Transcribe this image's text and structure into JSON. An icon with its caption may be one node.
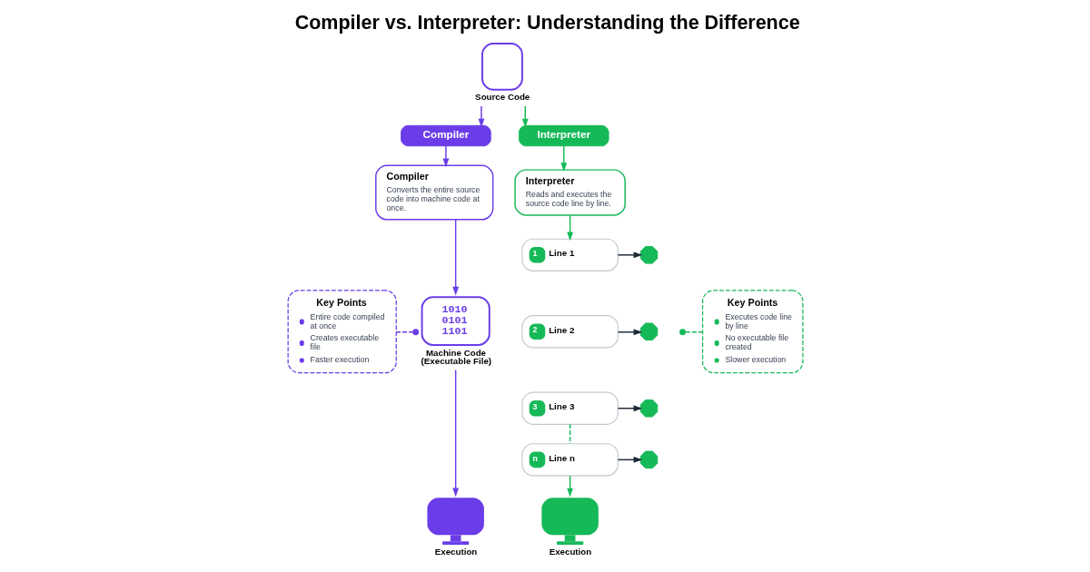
{
  "diagram": {
    "title": "Compiler vs. Interpreter: Understanding the Difference",
    "nodes": [
      {
        "text": [
          "Source Code"
        ]
      },
      {
        "text": [
          "Compiler"
        ]
      },
      {
        "text": [
          "Interpreter"
        ]
      },
      {
        "text": [
          "Compiler",
          "Converts the entire source code into machine code at once."
        ]
      },
      {
        "text": [
          "Interpreter",
          "Reads and executes the source code line by line."
        ]
      },
      {
        "text": [
          "Key Points",
          "Entire code compiled at once",
          "Creates executable file",
          "Faster execution"
        ]
      },
      {
        "text": [
          "1010 0101 1101",
          "Machine Code (Executable File)"
        ]
      },
      {
        "text": [
          "1",
          "Line 1"
        ]
      },
      {
        "text": [],
        "shape": "gear"
      },
      {
        "text": [
          "Key Points",
          "Executes code line by line",
          "No executable file created",
          "Slower execution"
        ]
      },
      {
        "text": [
          "2",
          "Line 2"
        ]
      },
      {
        "text": [],
        "shape": "gear"
      },
      {
        "text": [
          "3",
          "Line 3"
        ]
      },
      {
        "text": [],
        "shape": "gear"
      },
      {
        "text": [
          "n",
          "Line n"
        ]
      },
      {
        "text": [],
        "shape": "gear"
      },
      {
        "text": [
          "Execution"
        ]
      },
      {
        "text": [
          "Execution"
        ]
      }
    ],
    "edges": [
      {
        "from": 0,
        "to": 1,
        "arrow": "to",
        "color": "#6a3de8"
      },
      {
        "from": 0,
        "to": 2,
        "arrow": "to",
        "color": "#16b957"
      },
      {
        "from": 1,
        "to": 3,
        "arrow": "to",
        "color": "#6a3de8"
      },
      {
        "from": 2,
        "to": 4,
        "arrow": "to",
        "color": "#16b957"
      },
      {
        "from": 3,
        "to": 6,
        "arrow": "to",
        "color": "#6a3de8"
      },
      {
        "from": 4,
        "to": 7,
        "arrow": "to",
        "color": "#16b957"
      },
      {
        "from": 5,
        "to": 6,
        "arrow": "other",
        "style": "dashed",
        "color": "#6a3de8"
      },
      {
        "from": 7,
        "to": 8,
        "arrow": "to",
        "color": "#1f2937"
      },
      {
        "from": 10,
        "to": 11,
        "arrow": "to",
        "color": "#1f2937"
      },
      {
        "from": 12,
        "to": 13,
        "arrow": "to",
        "color": "#1f2937"
      },
      {
        "from": 12,
        "to": 14,
        "arrow": "none",
        "style": "dashed",
        "color": "#16b957"
      },
      {
        "from": 14,
        "to": 15,
        "arrow": "to",
        "color": "#1f2937"
      },
      {
        "from": 9,
        "to": null,
        "arrow": "other",
        "style": "dashed",
        "color": "#16b957"
      },
      {
        "from": 6,
        "to": 16,
        "arrow": "to",
        "color": "#6a3de8"
      },
      {
        "from": 14,
        "to": 17,
        "arrow": "to",
        "color": "#16b957"
      }
    ]
  }
}
